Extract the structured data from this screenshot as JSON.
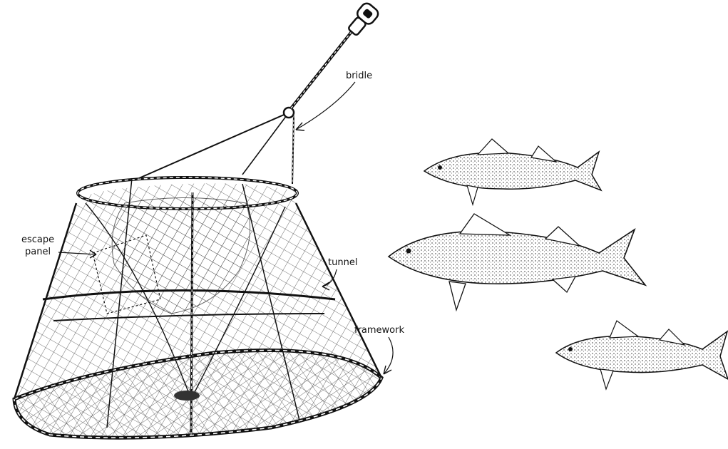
{
  "labels": {
    "bridle": "bridle",
    "escape_line1": "escape",
    "escape_line2": "panel",
    "tunnel": "tunnel",
    "framework": "framework"
  }
}
